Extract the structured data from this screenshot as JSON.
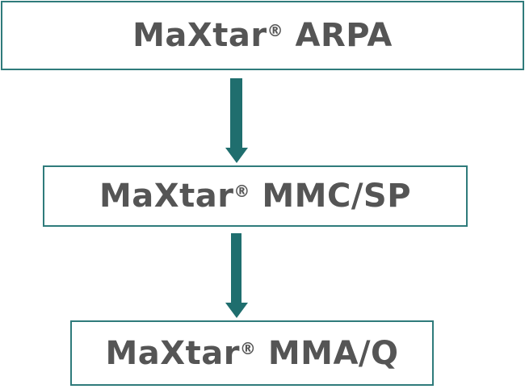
{
  "boxes": [
    {
      "brand": "MaXtar",
      "mark": "®",
      "product": "ARPA"
    },
    {
      "brand": "MaXtar",
      "mark": "®",
      "product": "MMC/SP"
    },
    {
      "brand": "MaXtar",
      "mark": "®",
      "product": "MMA/Q"
    }
  ],
  "colors": {
    "border": "#2f7b7b",
    "arrow": "#1f6e6e",
    "text": "#555555"
  }
}
